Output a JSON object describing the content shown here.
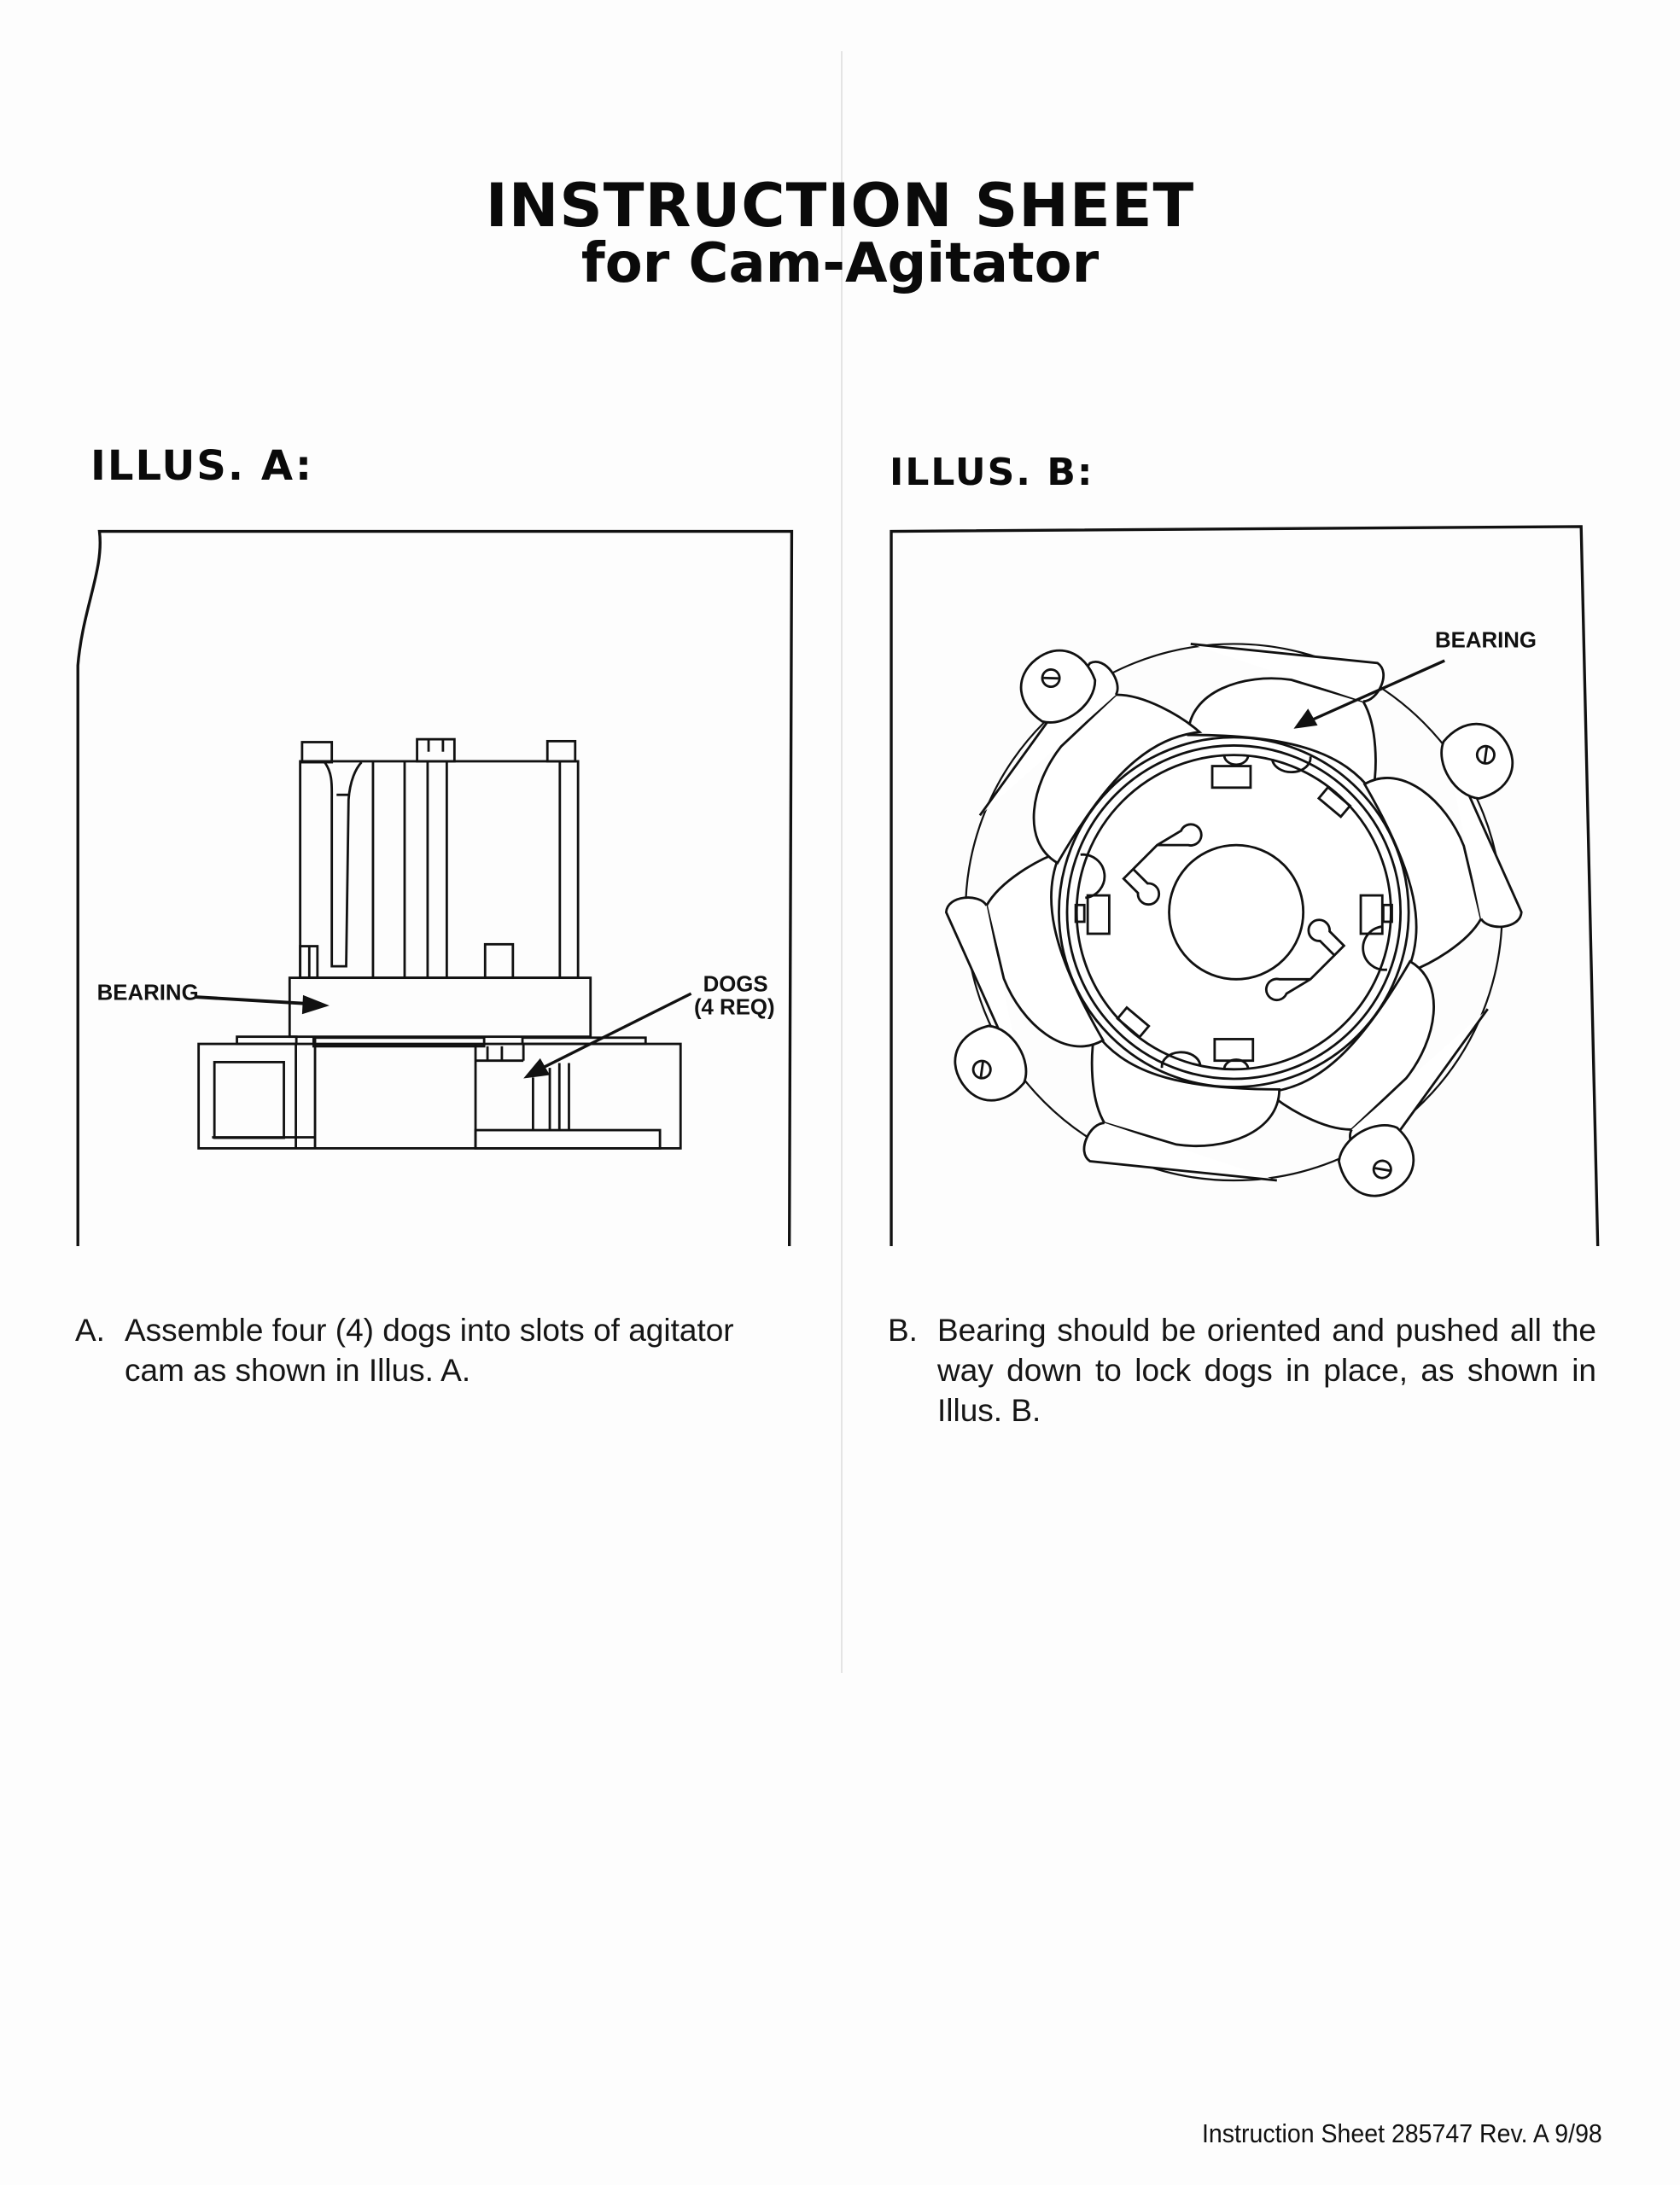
{
  "header": {
    "title_line1": "INSTRUCTION SHEET",
    "title_line2": "for Cam-Agitator"
  },
  "illustrations": [
    {
      "heading": "ILLUS. A:",
      "labels": {
        "bearing": "BEARING",
        "dogs_line1": "DOGS",
        "dogs_line2": "(4 REQ)"
      }
    },
    {
      "heading": "ILLUS. B:",
      "labels": {
        "bearing": "BEARING"
      }
    }
  ],
  "instructions": [
    {
      "letter": "A.",
      "text": "Assemble four (4) dogs into slots of agitator cam as shown in Illus. A."
    },
    {
      "letter": "B.",
      "text": "Bearing should be oriented and pushed all the way down to lock dogs in place, as shown in Illus. B."
    }
  ],
  "footer": {
    "text": "Instruction Sheet 285747 Rev. A  9/98"
  }
}
